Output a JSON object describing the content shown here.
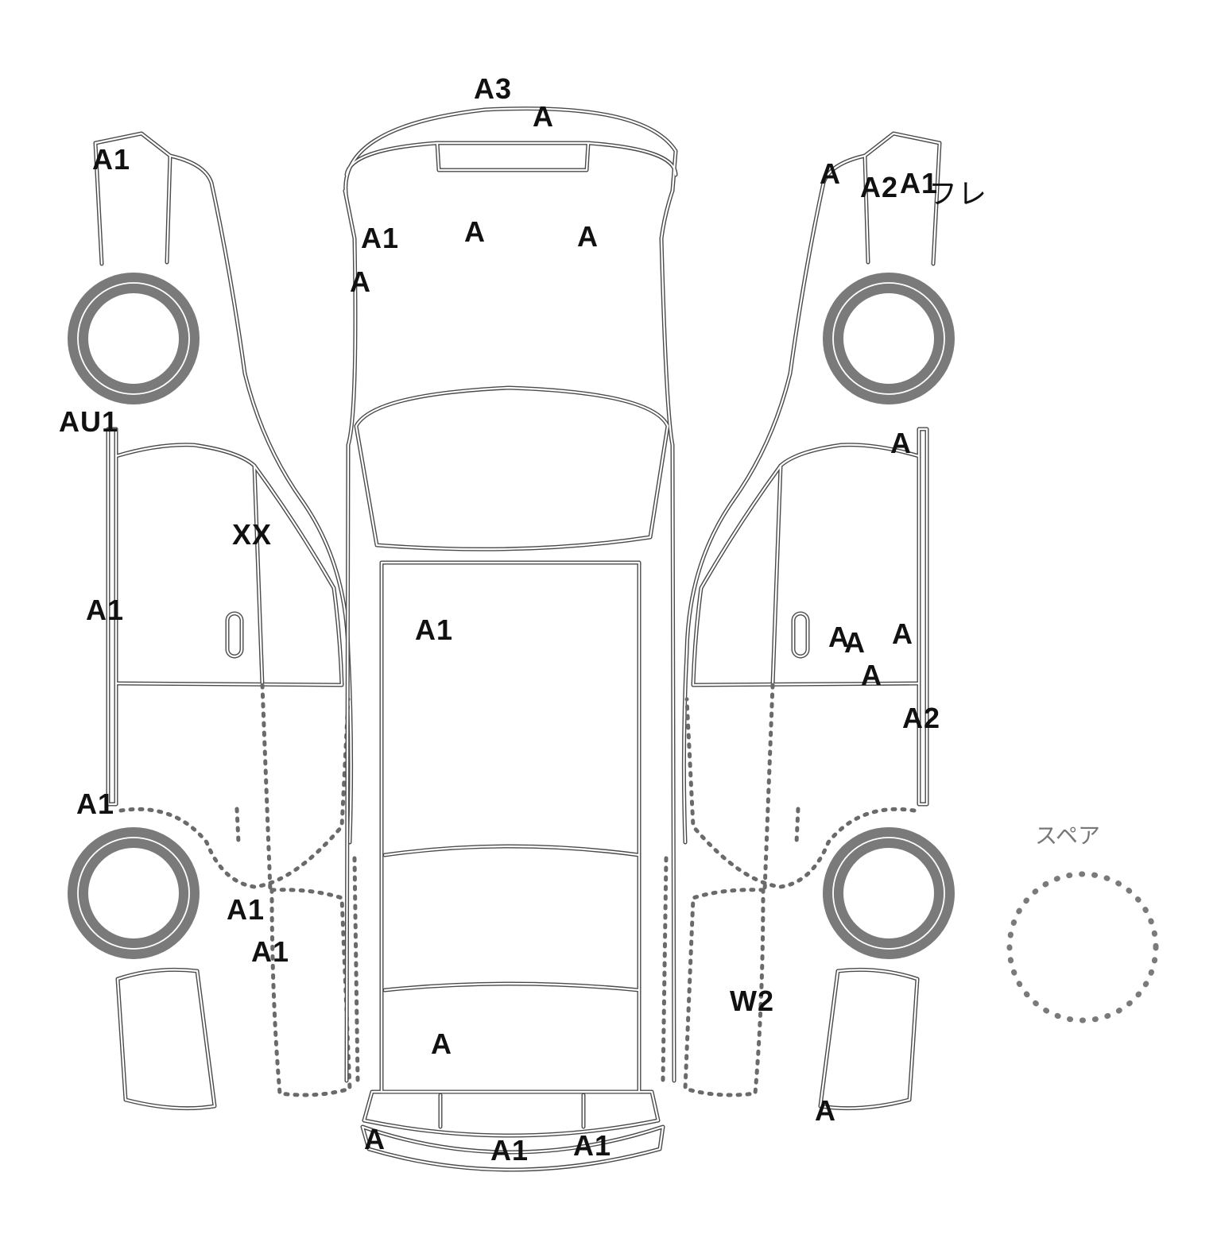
{
  "marks": [
    {
      "id": "front-bumper-top",
      "text": "A3"
    },
    {
      "id": "front-bumper-right",
      "text": "A"
    },
    {
      "id": "left-front-fender-top",
      "text": "A1"
    },
    {
      "id": "hood-left",
      "text": "A1"
    },
    {
      "id": "hood-left-lower",
      "text": "A"
    },
    {
      "id": "hood-center",
      "text": "A"
    },
    {
      "id": "hood-right",
      "text": "A"
    },
    {
      "id": "right-fender-a",
      "text": "A"
    },
    {
      "id": "right-fender-a2",
      "text": "A2"
    },
    {
      "id": "right-fender-a1",
      "text": "A1"
    },
    {
      "id": "right-fender-fure",
      "text": "フレ"
    },
    {
      "id": "left-sill-front",
      "text": "AU1"
    },
    {
      "id": "left-front-door",
      "text": "XX"
    },
    {
      "id": "left-sill-mid",
      "text": "A1"
    },
    {
      "id": "roof",
      "text": "A1"
    },
    {
      "id": "right-pillar",
      "text": "A"
    },
    {
      "id": "right-door-1",
      "text": "A"
    },
    {
      "id": "right-door-2",
      "text": "A"
    },
    {
      "id": "right-door-3",
      "text": "A"
    },
    {
      "id": "right-door-4",
      "text": "A"
    },
    {
      "id": "right-sill",
      "text": "A2"
    },
    {
      "id": "left-sill-rear",
      "text": "A1"
    },
    {
      "id": "left-quarter-1",
      "text": "A1"
    },
    {
      "id": "left-quarter-2",
      "text": "A1"
    },
    {
      "id": "right-quarter",
      "text": "W2"
    },
    {
      "id": "trunk",
      "text": "A"
    },
    {
      "id": "right-rear-corner",
      "text": "A"
    },
    {
      "id": "rear-bumper-left",
      "text": "A"
    },
    {
      "id": "rear-bumper-center",
      "text": "A1"
    },
    {
      "id": "rear-bumper-right",
      "text": "A1"
    }
  ],
  "spare": {
    "label": "スペア"
  }
}
